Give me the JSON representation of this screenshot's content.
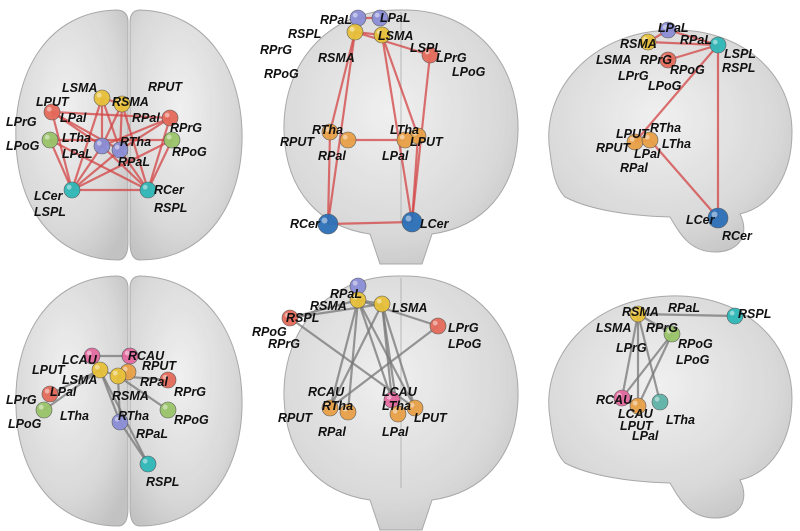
{
  "colors": {
    "background": "#ffffff",
    "brain": "#cfcfcf",
    "brain_edge": "#9a9a9a",
    "edge_top": "#d44444",
    "edge_bottom": "#777777",
    "node_motor_cortex": "#e8c13a",
    "node_parietal": "#8b8ed6",
    "node_cerebellum": "#2c6fb8",
    "node_spl": "#30b8b8",
    "node_prg": "#e46a5a",
    "node_pog": "#9ac46a",
    "node_put": "#e8a047",
    "node_caudate": "#e46aa0",
    "node_thalamus": "#5fb3a8"
  },
  "panels": [
    {
      "view": "axial",
      "labels": [
        "LSMA",
        "RPUT",
        "LPUT",
        "RSMA",
        "LPal",
        "RPal",
        "LPrG",
        "RPrG",
        "LTha",
        "RTha",
        "LPoG",
        "LPaL",
        "RPoG",
        "RPaL",
        "LCer",
        "RCer",
        "LSPL",
        "RSPL"
      ]
    },
    {
      "view": "coronal",
      "labels": [
        "RPaL",
        "LPaL",
        "RSPL",
        "LSMA",
        "RPrG",
        "RSMA",
        "LSPL",
        "LPrG",
        "RPoG",
        "LPoG",
        "RTha",
        "LTha",
        "RPUT",
        "LPUT",
        "RPal",
        "LPal",
        "RCer",
        "LCer"
      ]
    },
    {
      "view": "sagittal",
      "labels": [
        "LPaL",
        "RSMA",
        "RPaL",
        "LSPL",
        "LSMA",
        "RPrG",
        "RSPL",
        "LPrG",
        "RPoG",
        "LPoG",
        "RTha",
        "LPUT",
        "LTha",
        "RPUT",
        "LPal",
        "RPal",
        "LCer",
        "RCer"
      ]
    },
    {
      "view": "axial",
      "labels": [
        "LCAU",
        "RCAU",
        "LPUT",
        "RPUT",
        "LSMA",
        "RPal",
        "LPal",
        "RSMA",
        "RPrG",
        "LPrG",
        "RTha",
        "LTha",
        "RPoG",
        "LPoG",
        "RPaL",
        "RSPL"
      ]
    },
    {
      "view": "coronal",
      "labels": [
        "RPaL",
        "RSMA",
        "LSMA",
        "RSPL",
        "LPrG",
        "RPoG",
        "RPrG",
        "LPoG",
        "RCAU",
        "LCAU",
        "RTha",
        "LTha",
        "RPUT",
        "LPUT",
        "RPal",
        "LPal"
      ]
    },
    {
      "view": "sagittal",
      "labels": [
        "RPaL",
        "RSMA",
        "RSPL",
        "LSMA",
        "RPrG",
        "RPoG",
        "LPrG",
        "LPoG",
        "RCAU",
        "LCAU",
        "LPUT",
        "LTha",
        "LPal"
      ]
    }
  ]
}
